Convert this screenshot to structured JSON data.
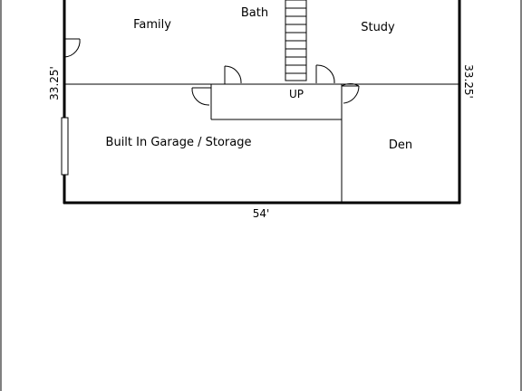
{
  "rooms": {
    "family": "Family",
    "bath": "Bath",
    "study": "Study",
    "garage": "Built In Garage / Storage",
    "den": "Den"
  },
  "stair_label": "UP",
  "dimensions": {
    "width": "54'",
    "depth_left": "33.25'",
    "depth_right": "33.25'"
  },
  "colors": {
    "line": "#000000",
    "background": "#ffffff"
  }
}
